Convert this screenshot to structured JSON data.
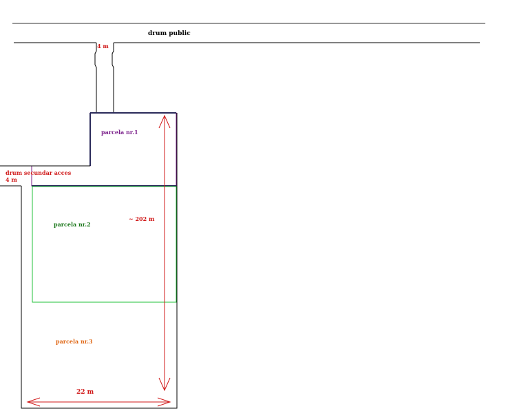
{
  "labels": {
    "road_public": "drum public",
    "road_access_width": "4 m",
    "road_secondary": "drum secundar acces",
    "road_secondary_width": "4 m",
    "parcel_1": "parcela nr.1",
    "parcel_2": "parcela nr.2",
    "parcel_3": "parcela nr.3",
    "length": "~ 202 m",
    "width": "22 m"
  },
  "colors": {
    "road_line": "#000000",
    "parcel_1": "#7a1f8a",
    "parcel_2": "#22c03a",
    "parcel_2_text": "#1f7a1f",
    "parcel_3_text": "#e06a1a",
    "dimension": "#d01818",
    "dark_line": "#2a2a5a"
  }
}
